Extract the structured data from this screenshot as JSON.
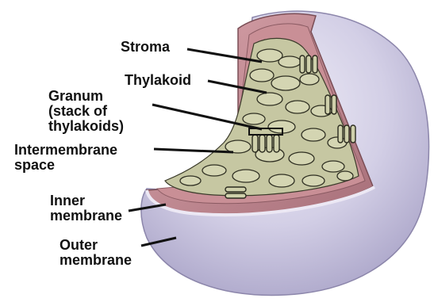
{
  "labels": {
    "stroma": "Stroma",
    "thylakoid": "Thylakoid",
    "granum": "Granum\n(stack of\nthylakoids)",
    "intermembrane": "Intermembrane\nspace",
    "inner": "Inner\nmembrane",
    "outer": "Outer\nmembrane"
  },
  "colors": {
    "outer_membrane": "#c9c4de",
    "outer_shadow": "#9f99c0",
    "inner_membrane": "#b97d86",
    "stroma": "#c58c93",
    "thylakoid": "#c6c7a2",
    "thylakoid_edge": "#3b3b2a",
    "leader_line": "#111111"
  }
}
